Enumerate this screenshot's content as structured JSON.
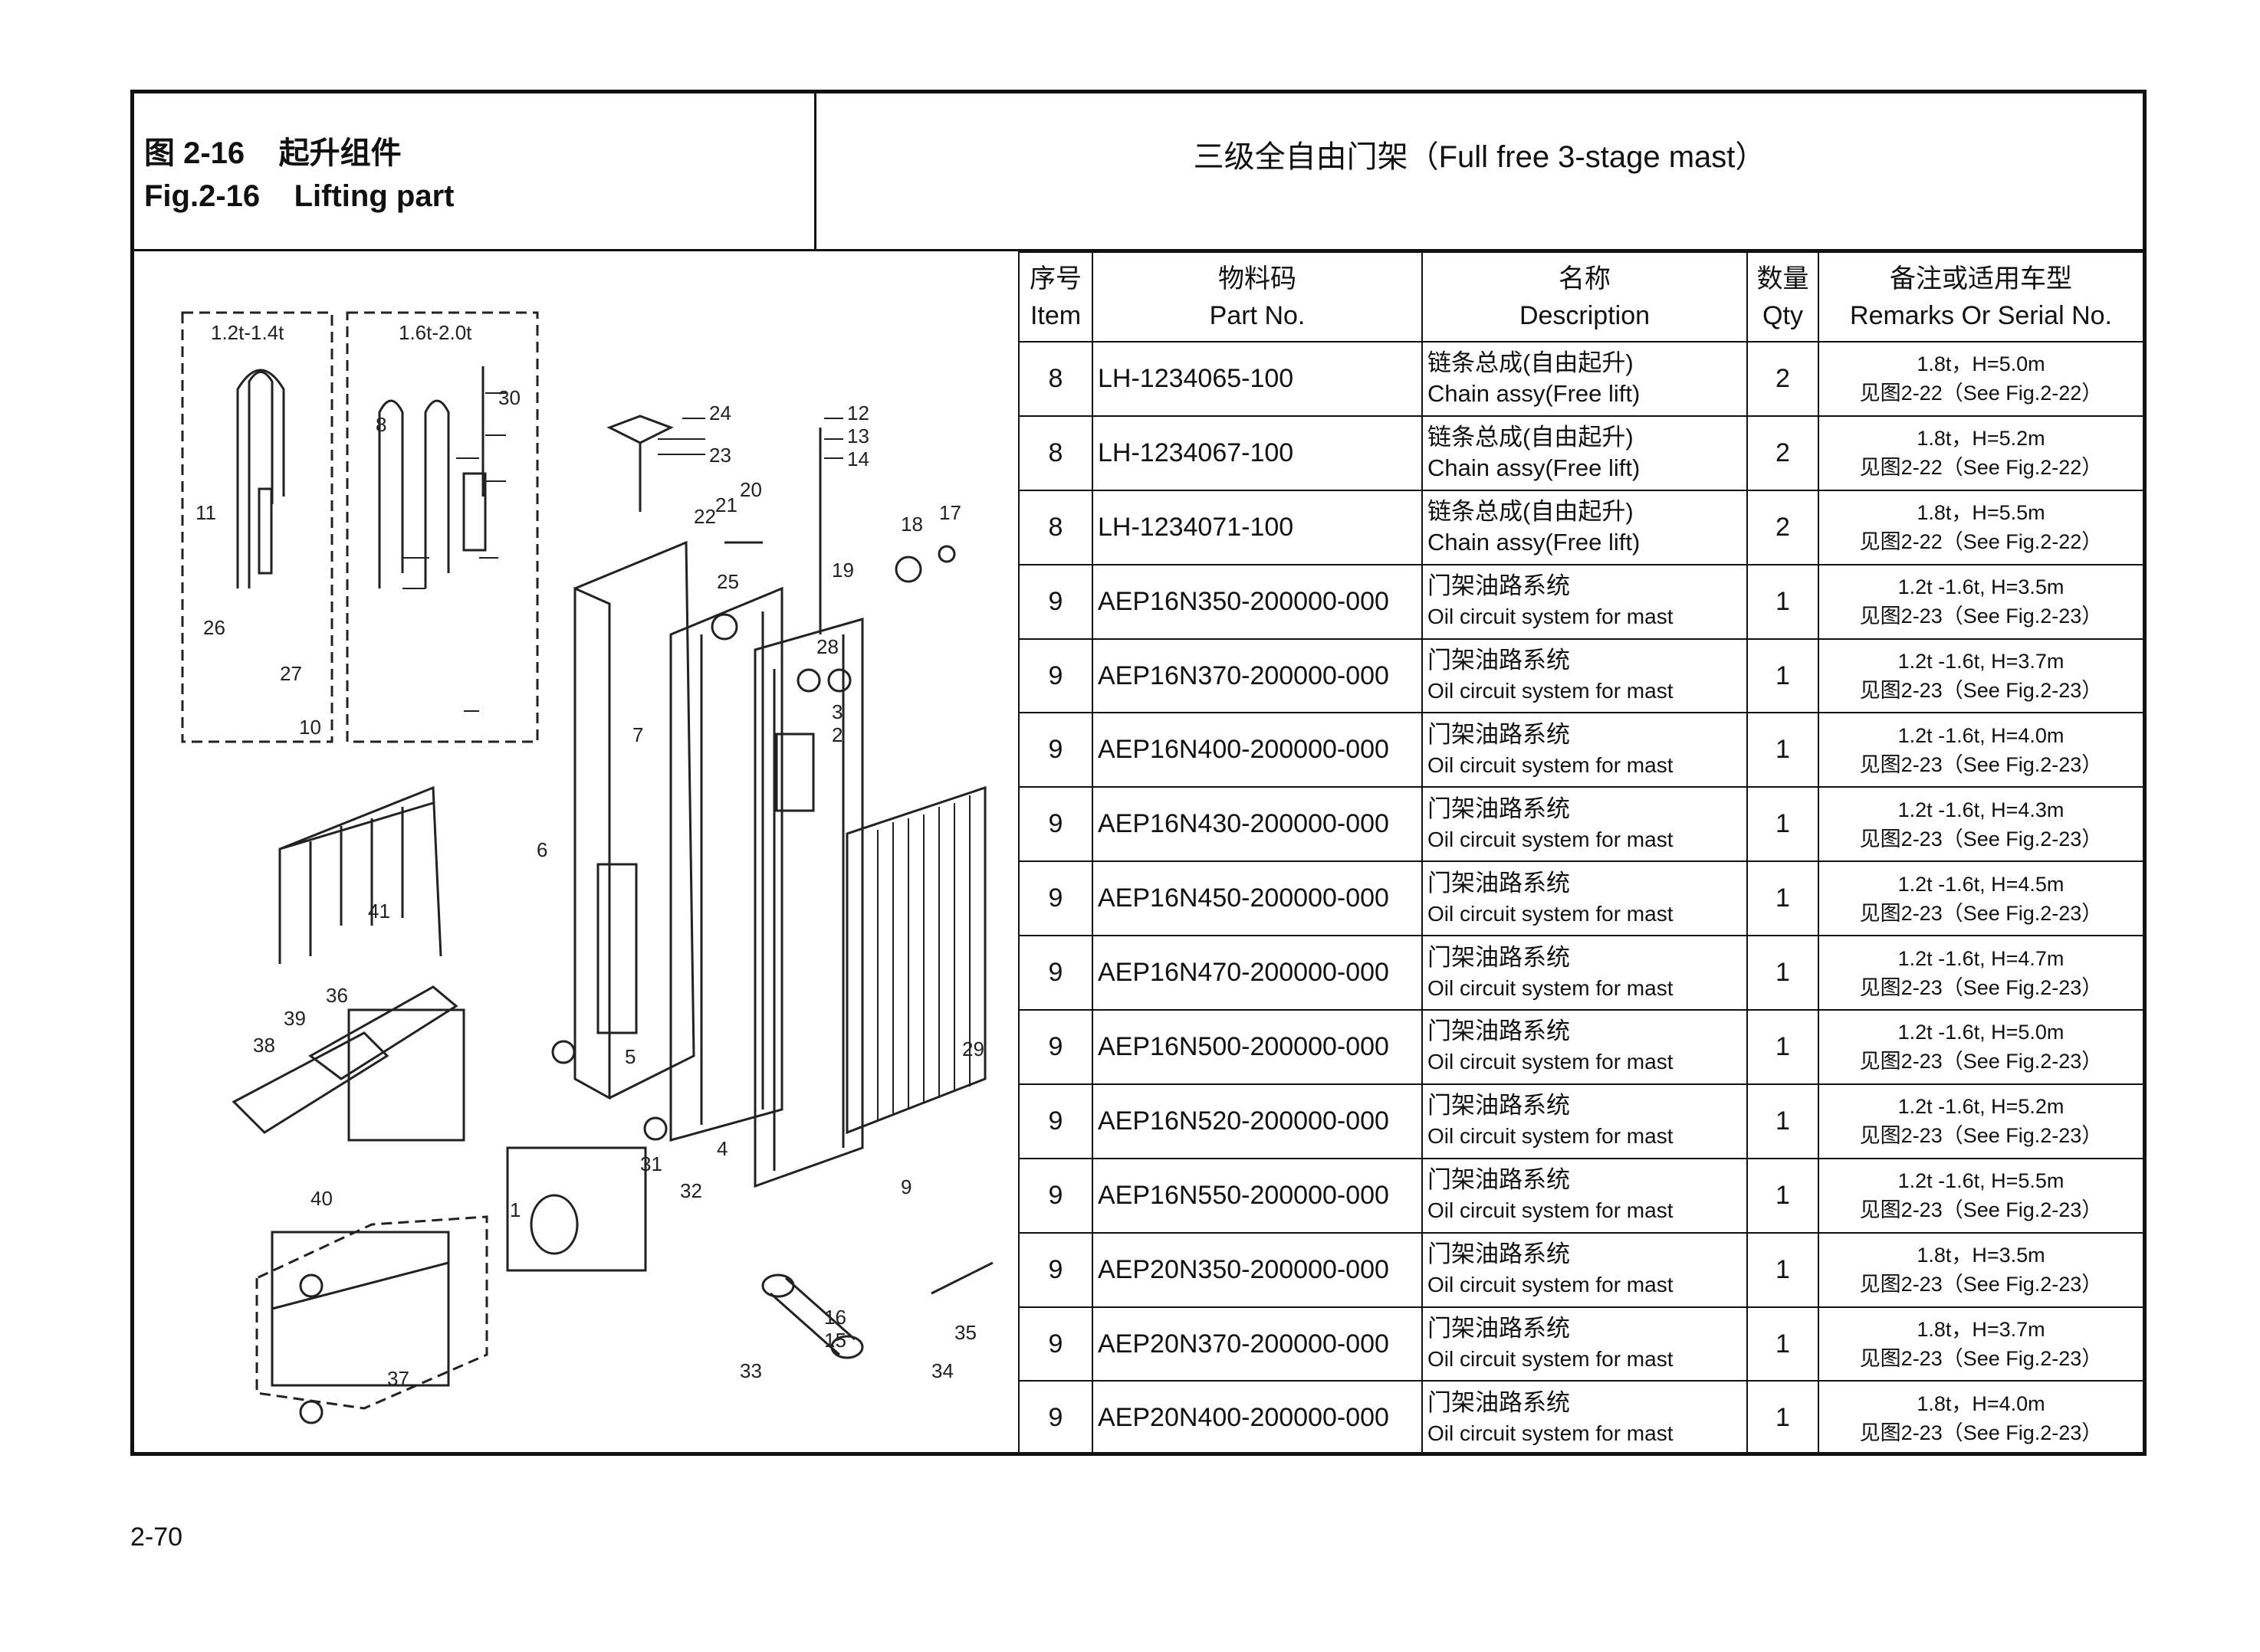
{
  "header": {
    "fig_cn": "图 2-16    起升组件",
    "fig_en": "Fig.2-16    Lifting part",
    "section_title": "三级全自由门架（Full free 3-stage mast）"
  },
  "diagram": {
    "inset_a": "1.2t-1.4t",
    "inset_b": "1.6t-2.0t",
    "callouts": [
      "1",
      "2",
      "3",
      "4",
      "5",
      "6",
      "7",
      "8",
      "9",
      "10",
      "11",
      "12",
      "13",
      "14",
      "15",
      "16",
      "17",
      "18",
      "19",
      "20",
      "21",
      "22",
      "23",
      "24",
      "25",
      "26",
      "27",
      "28",
      "29",
      "30",
      "31",
      "32",
      "33",
      "34",
      "35",
      "36",
      "37",
      "38",
      "39",
      "40",
      "41"
    ]
  },
  "table": {
    "headers": [
      {
        "cn": "序号",
        "en": "Item"
      },
      {
        "cn": "物料码",
        "en": "Part No."
      },
      {
        "cn": "名称",
        "en": "Description"
      },
      {
        "cn": "数量",
        "en": "Qty"
      },
      {
        "cn": "备注或适用车型",
        "en": "Remarks Or Serial No."
      }
    ],
    "rows": [
      {
        "item": "8",
        "part": "LH-1234065-100",
        "desc_cn": "链条总成(自由起升)",
        "desc_en": "Chain assy(Free lift)",
        "qty": "2",
        "rem1": "1.8t，H=5.0m",
        "rem2": "见图2-22（See Fig.2-22）"
      },
      {
        "item": "8",
        "part": "LH-1234067-100",
        "desc_cn": "链条总成(自由起升)",
        "desc_en": "Chain assy(Free lift)",
        "qty": "2",
        "rem1": "1.8t，H=5.2m",
        "rem2": "见图2-22（See Fig.2-22）"
      },
      {
        "item": "8",
        "part": "LH-1234071-100",
        "desc_cn": "链条总成(自由起升)",
        "desc_en": "Chain assy(Free lift)",
        "qty": "2",
        "rem1": "1.8t，H=5.5m",
        "rem2": "见图2-22（See Fig.2-22）"
      },
      {
        "item": "9",
        "part": "AEP16N350-200000-000",
        "desc_cn": "门架油路系统",
        "desc_en": "Oil circuit system for mast",
        "qty": "1",
        "rem1": "1.2t -1.6t, H=3.5m",
        "rem2": "见图2-23（See Fig.2-23）"
      },
      {
        "item": "9",
        "part": "AEP16N370-200000-000",
        "desc_cn": "门架油路系统",
        "desc_en": "Oil circuit system for mast",
        "qty": "1",
        "rem1": "1.2t -1.6t, H=3.7m",
        "rem2": "见图2-23（See Fig.2-23）"
      },
      {
        "item": "9",
        "part": "AEP16N400-200000-000",
        "desc_cn": "门架油路系统",
        "desc_en": "Oil circuit system for mast",
        "qty": "1",
        "rem1": "1.2t -1.6t, H=4.0m",
        "rem2": "见图2-23（See Fig.2-23）"
      },
      {
        "item": "9",
        "part": "AEP16N430-200000-000",
        "desc_cn": "门架油路系统",
        "desc_en": "Oil circuit system for mast",
        "qty": "1",
        "rem1": "1.2t -1.6t, H=4.3m",
        "rem2": "见图2-23（See Fig.2-23）"
      },
      {
        "item": "9",
        "part": "AEP16N450-200000-000",
        "desc_cn": "门架油路系统",
        "desc_en": "Oil circuit system for mast",
        "qty": "1",
        "rem1": "1.2t -1.6t, H=4.5m",
        "rem2": "见图2-23（See Fig.2-23）"
      },
      {
        "item": "9",
        "part": "AEP16N470-200000-000",
        "desc_cn": "门架油路系统",
        "desc_en": "Oil circuit system for mast",
        "qty": "1",
        "rem1": "1.2t -1.6t, H=4.7m",
        "rem2": "见图2-23（See Fig.2-23）"
      },
      {
        "item": "9",
        "part": "AEP16N500-200000-000",
        "desc_cn": "门架油路系统",
        "desc_en": "Oil circuit system for mast",
        "qty": "1",
        "rem1": "1.2t -1.6t, H=5.0m",
        "rem2": "见图2-23（See Fig.2-23）"
      },
      {
        "item": "9",
        "part": "AEP16N520-200000-000",
        "desc_cn": "门架油路系统",
        "desc_en": "Oil circuit system for mast",
        "qty": "1",
        "rem1": "1.2t -1.6t, H=5.2m",
        "rem2": "见图2-23（See Fig.2-23）"
      },
      {
        "item": "9",
        "part": "AEP16N550-200000-000",
        "desc_cn": "门架油路系统",
        "desc_en": "Oil circuit system for mast",
        "qty": "1",
        "rem1": "1.2t -1.6t, H=5.5m",
        "rem2": "见图2-23（See Fig.2-23）"
      },
      {
        "item": "9",
        "part": "AEP20N350-200000-000",
        "desc_cn": "门架油路系统",
        "desc_en": "Oil circuit system for mast",
        "qty": "1",
        "rem1": "1.8t，H=3.5m",
        "rem2": "见图2-23（See Fig.2-23）"
      },
      {
        "item": "9",
        "part": "AEP20N370-200000-000",
        "desc_cn": "门架油路系统",
        "desc_en": "Oil circuit system for mast",
        "qty": "1",
        "rem1": "1.8t，H=3.7m",
        "rem2": "见图2-23（See Fig.2-23）"
      },
      {
        "item": "9",
        "part": "AEP20N400-200000-000",
        "desc_cn": "门架油路系统",
        "desc_en": "Oil circuit system for mast",
        "qty": "1",
        "rem1": "1.8t，H=4.0m",
        "rem2": "见图2-23（See Fig.2-23）"
      }
    ]
  },
  "footer": {
    "page_number": "2-70"
  }
}
